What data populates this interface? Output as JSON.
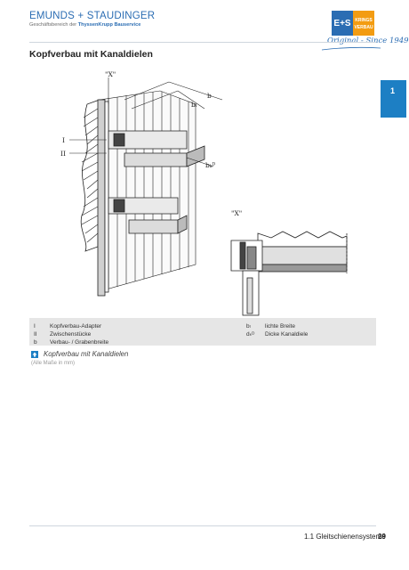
{
  "header": {
    "brand_name": "EMUNDS + STAUDINGER",
    "brand_sub_prefix": "Geschäftsbereich der",
    "brand_sub_company": "ThyssenKrupp Bauservice",
    "logo_text_1": "KRINGS",
    "logo_text_2": "VERBAU",
    "logo_text_3": "E+S",
    "slogan": "Original - Since 1949",
    "colors": {
      "brand_blue": "#2b6db3",
      "tab_blue": "#1d7fc4",
      "logo_orange": "#f39c12"
    }
  },
  "page_title": "Kopfverbau mit Kanaldielen",
  "chapter_tab": "1",
  "drawing": {
    "label_x_top": "\"X\"",
    "label_x_detail": "\"X\"",
    "label_I": "I",
    "label_II": "II",
    "label_b": "b",
    "label_bl": "bₗ",
    "label_bkd": "bₖᴰ"
  },
  "legend": {
    "left": [
      {
        "key": "I",
        "text": "Kopfverbau-Adapter"
      },
      {
        "key": "II",
        "text": "Zwischenstücke"
      },
      {
        "key": "b",
        "text": "Verbau- / Grabenbreite"
      }
    ],
    "right": [
      {
        "key": "bₗ",
        "text": "lichte Breite"
      },
      {
        "key": "dₖᴰ",
        "text": "Dicke Kanaldiele"
      }
    ]
  },
  "caption": "Kopfverbau mit Kanaldielen",
  "note": "(Alle Maße in mm)",
  "footer": {
    "section": "1.1 Gleitschienensysteme",
    "page_number": "29"
  }
}
